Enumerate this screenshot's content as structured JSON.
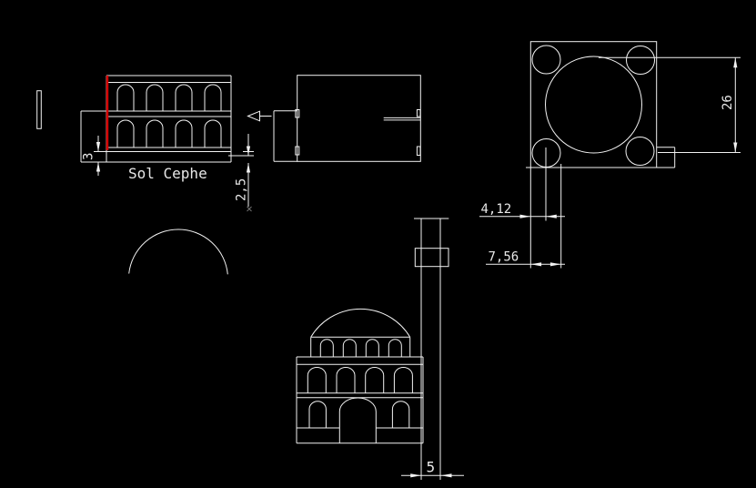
{
  "app": {
    "background": "#000000",
    "line_color": "#f2f2f2",
    "accent_red": "#d40000",
    "text_color": "#e8e8e8"
  },
  "views": {
    "left_elevation": {
      "label": "Sol Cephe",
      "dim_base_band": "3",
      "dim_plinth": "2,5"
    },
    "top_view": {
      "dim_height": "26",
      "dim_offset_small": "4,12",
      "dim_offset_large": "7,56"
    },
    "front_elevation": {
      "dim_minaret_width": "5"
    }
  }
}
